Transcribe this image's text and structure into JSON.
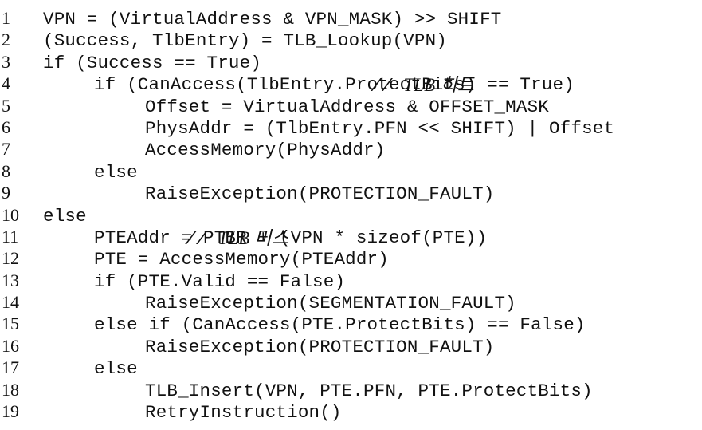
{
  "listing": {
    "lines": [
      {
        "number": "1",
        "code": "VPN = (VirtualAddress & VPN_MASK) >> SHIFT"
      },
      {
        "number": "2",
        "code": "(Success, TlbEntry) = TLB_Lookup(VPN)"
      },
      {
        "number": "3",
        "code": "if (Success == True)  ",
        "comment_slash": "// ",
        "comment_text": "TLB 히트"
      },
      {
        "number": "4",
        "code": "if (CanAccess(TlbEntry.ProtectBits) == True)"
      },
      {
        "number": "5",
        "code": "Offset = VirtualAddress & OFFSET_MASK"
      },
      {
        "number": "6",
        "code": "PhysAddr = (TlbEntry.PFN << SHIFT) | Offset"
      },
      {
        "number": "7",
        "code": "AccessMemory(PhysAddr)"
      },
      {
        "number": "8",
        "code": "else"
      },
      {
        "number": "9",
        "code": "RaiseException(PROTECTION_FAULT)"
      },
      {
        "number": "10",
        "code": "else ",
        "comment_slash": "// ",
        "comment_text": "TLB 미스"
      },
      {
        "number": "11",
        "code": "PTEAddr = PTBR + (VPN * sizeof(PTE))"
      },
      {
        "number": "12",
        "code": "PTE = AccessMemory(PTEAddr)"
      },
      {
        "number": "13",
        "code": "if (PTE.Valid == False)"
      },
      {
        "number": "14",
        "code": "RaiseException(SEGMENTATION_FAULT)"
      },
      {
        "number": "15",
        "code": "else if (CanAccess(PTE.ProtectBits) == False)"
      },
      {
        "number": "16",
        "code": "RaiseException(PROTECTION_FAULT)"
      },
      {
        "number": "17",
        "code": "else"
      },
      {
        "number": "18",
        "code": "TLB_Insert(VPN, PTE.PFN, PTE.ProtectBits)"
      },
      {
        "number": "19",
        "code": "RetryInstruction()"
      }
    ]
  }
}
